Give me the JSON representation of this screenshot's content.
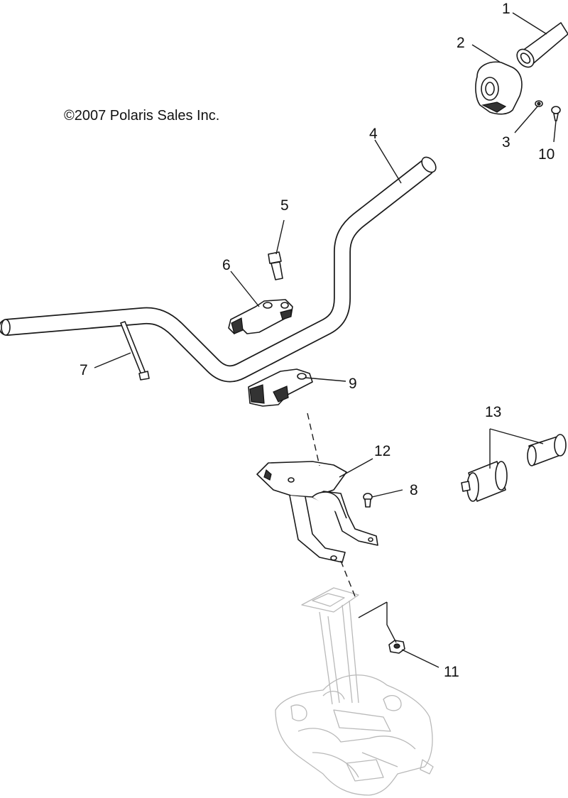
{
  "copyright": "©2007 Polaris Sales Inc.",
  "callouts": [
    {
      "id": "1",
      "text": "1"
    },
    {
      "id": "2",
      "text": "2"
    },
    {
      "id": "3",
      "text": "3"
    },
    {
      "id": "4",
      "text": "4"
    },
    {
      "id": "5",
      "text": "5"
    },
    {
      "id": "6",
      "text": "6"
    },
    {
      "id": "7",
      "text": "7"
    },
    {
      "id": "8",
      "text": "8"
    },
    {
      "id": "9",
      "text": "9"
    },
    {
      "id": "10",
      "text": "10"
    },
    {
      "id": "11",
      "text": "11"
    },
    {
      "id": "12",
      "text": "12"
    },
    {
      "id": "13",
      "text": "13"
    }
  ]
}
